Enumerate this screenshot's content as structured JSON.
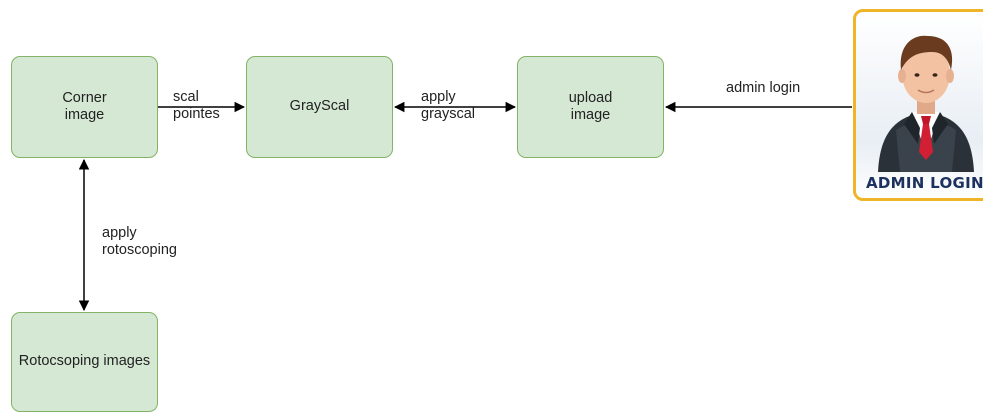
{
  "nodes": {
    "corner_image": "Corner\nimage",
    "grayscal": "GrayScal",
    "upload_image": "upload\nimage",
    "rotoscoping_images": "Rotocsoping images"
  },
  "edges": {
    "scal_pointes": "scal\npointes",
    "apply_grayscal": "apply\ngrayscal",
    "admin_login": "admin login",
    "apply_rotoscoping": "apply\nrotoscoping"
  },
  "admin_card": {
    "icon": "admin-avatar-icon",
    "caption": "ADMIN LOGIN"
  },
  "colors": {
    "node_fill": "#d5e8d4",
    "node_border": "#82b366",
    "card_border": "#f0b428",
    "caption": "#1d3160",
    "arrow": "#000000"
  }
}
